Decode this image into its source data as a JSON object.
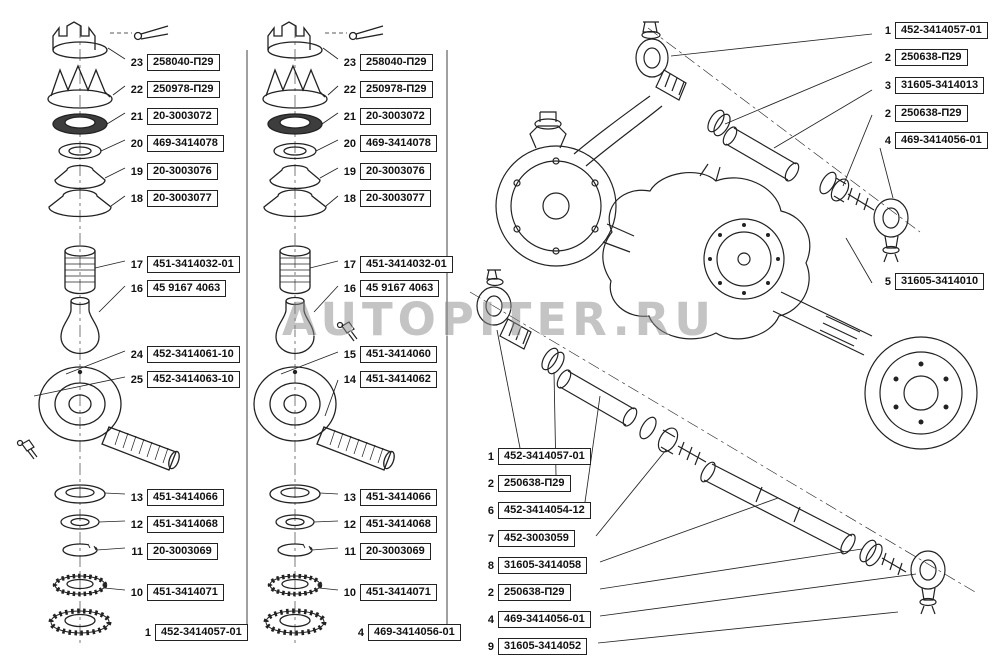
{
  "watermark": "AUTOPITER.RU",
  "colors": {
    "background": "#ffffff",
    "line": "#222222",
    "watermark": "#8a8a8a"
  },
  "column_left": {
    "items": [
      {
        "num": "23",
        "part": "258040-П29"
      },
      {
        "num": "22",
        "part": "250978-П29"
      },
      {
        "num": "21",
        "part": "20-3003072"
      },
      {
        "num": "20",
        "part": "469-3414078"
      },
      {
        "num": "19",
        "part": "20-3003076"
      },
      {
        "num": "18",
        "part": "20-3003077"
      },
      {
        "num": "17",
        "part": "451-3414032-01"
      },
      {
        "num": "16",
        "part": "45 9167 4063"
      },
      {
        "num": "24",
        "part": "452-3414061-10"
      },
      {
        "num": "25",
        "part": "452-3414063-10"
      },
      {
        "num": "13",
        "part": "451-3414066"
      },
      {
        "num": "12",
        "part": "451-3414068"
      },
      {
        "num": "11",
        "part": "20-3003069"
      },
      {
        "num": "10",
        "part": "451-3414071"
      },
      {
        "num": "1",
        "part": "452-3414057-01"
      }
    ]
  },
  "column_middle": {
    "items": [
      {
        "num": "23",
        "part": "258040-П29"
      },
      {
        "num": "22",
        "part": "250978-П29"
      },
      {
        "num": "21",
        "part": "20-3003072"
      },
      {
        "num": "20",
        "part": "469-3414078"
      },
      {
        "num": "19",
        "part": "20-3003076"
      },
      {
        "num": "18",
        "part": "20-3003077"
      },
      {
        "num": "17",
        "part": "451-3414032-01"
      },
      {
        "num": "16",
        "part": "45 9167 4063"
      },
      {
        "num": "15",
        "part": "451-3414060"
      },
      {
        "num": "14",
        "part": "451-3414062"
      },
      {
        "num": "13",
        "part": "451-3414066"
      },
      {
        "num": "12",
        "part": "451-3414068"
      },
      {
        "num": "11",
        "part": "20-3003069"
      },
      {
        "num": "10",
        "part": "451-3414071"
      },
      {
        "num": "4",
        "part": "469-3414056-01"
      }
    ]
  },
  "list_top_right": {
    "items": [
      {
        "num": "1",
        "part": "452-3414057-01"
      },
      {
        "num": "2",
        "part": "250638-П29"
      },
      {
        "num": "3",
        "part": "31605-3414013"
      },
      {
        "num": "2",
        "part": "250638-П29"
      },
      {
        "num": "4",
        "part": "469-3414056-01"
      },
      {
        "num": "5",
        "part": "31605-3414010"
      }
    ]
  },
  "list_bottom": {
    "items": [
      {
        "num": "1",
        "part": "452-3414057-01"
      },
      {
        "num": "2",
        "part": "250638-П29"
      },
      {
        "num": "6",
        "part": "452-3414054-12"
      },
      {
        "num": "7",
        "part": "452-3003059"
      },
      {
        "num": "8",
        "part": "31605-3414058"
      },
      {
        "num": "2",
        "part": "250638-П29"
      },
      {
        "num": "4",
        "part": "469-3414056-01"
      },
      {
        "num": "9",
        "part": "31605-3414052"
      }
    ]
  }
}
